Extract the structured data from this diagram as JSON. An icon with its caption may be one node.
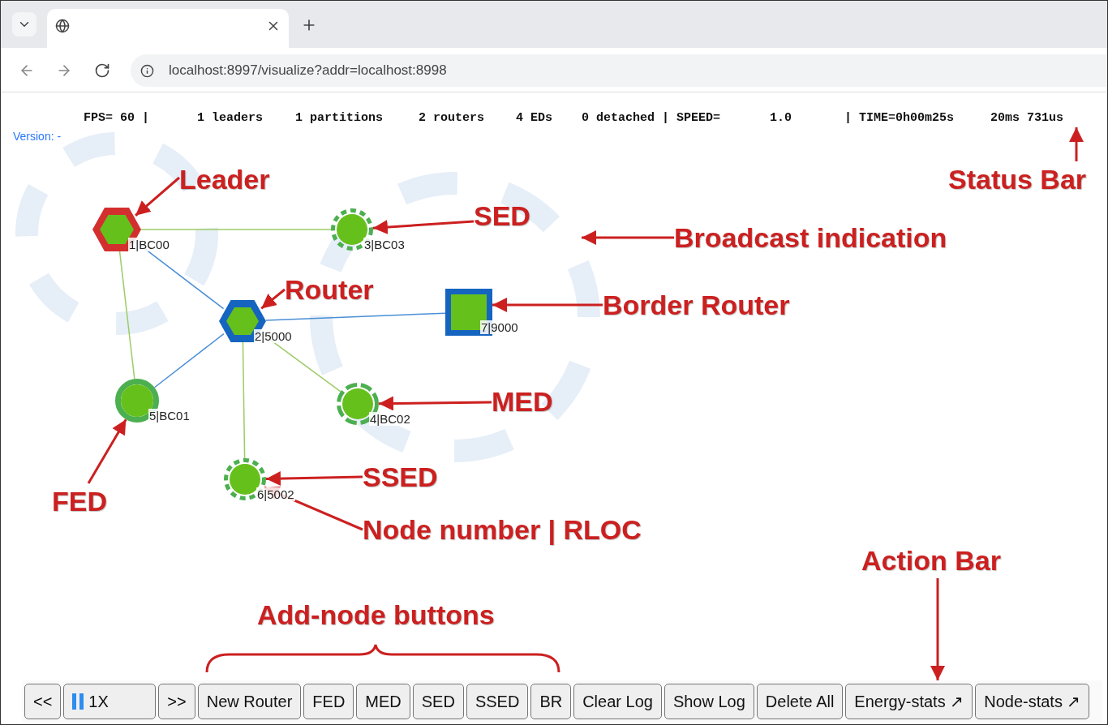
{
  "diagram": {
    "nodes": [
      {
        "text": [],
        "shape": "hexagon",
        "beside": [
          "1|BC00"
        ]
      },
      {
        "text": [],
        "shape": "circle",
        "beside": [
          "3|BC03"
        ]
      },
      {
        "text": [],
        "shape": "hexagon",
        "beside": [
          "2|5000"
        ]
      },
      {
        "text": [],
        "shape": "box",
        "beside": [
          "7|9000"
        ]
      },
      {
        "text": [],
        "shape": "circle",
        "beside": [
          "5|BC01"
        ]
      },
      {
        "text": [],
        "shape": "circle",
        "beside": [
          "4|BC02"
        ]
      },
      {
        "text": [],
        "shape": "circle",
        "beside": [
          "6|5002"
        ]
      },
      {
        "text": [
          "FPS= 60 |",
          "1 leaders",
          "1 partitions",
          "2 routers",
          "4 EDs",
          "0 detached | SPEED=",
          "1.0",
          "| TIME=0h00m25s",
          "20ms 731us"
        ]
      },
      {
        "text": [
          "Status Bar"
        ]
      },
      {
        "text": [
          "Leader"
        ]
      },
      {
        "text": [
          "SED"
        ]
      },
      {
        "text": [
          "Broadcast indication"
        ]
      },
      {
        "text": [
          "Router"
        ]
      },
      {
        "text": [
          "Border Router"
        ]
      },
      {
        "text": [
          "MED"
        ]
      },
      {
        "text": [
          "FED"
        ]
      },
      {
        "text": [
          "SSED"
        ]
      },
      {
        "text": [
          "Node number | RLOC"
        ]
      },
      {
        "text": [
          "Action Bar"
        ]
      },
      {
        "text": [],
        "shape": "bar"
      },
      {
        "text": [
          "<<"
        ],
        "in": 19
      },
      {
        "text": [
          "1X"
        ],
        "in": 19
      },
      {
        "text": [
          ">>"
        ],
        "in": 19
      },
      {
        "text": [
          "New Router"
        ],
        "in": 19
      },
      {
        "text": [
          "FED"
        ],
        "in": 19
      },
      {
        "text": [
          "MED"
        ],
        "in": 19
      },
      {
        "text": [
          "SED"
        ],
        "in": 19
      },
      {
        "text": [
          "SSED"
        ],
        "in": 19
      },
      {
        "text": [
          "BR"
        ],
        "in": 19
      },
      {
        "text": [
          "Clear Log"
        ],
        "in": 19
      },
      {
        "text": [
          "Show Log"
        ],
        "in": 19
      },
      {
        "text": [
          "Delete All"
        ],
        "in": 19
      },
      {
        "text": [
          "Energy-stats ↗"
        ],
        "in": 19
      },
      {
        "text": [
          "Node-stats ↗"
        ],
        "in": 19
      }
    ],
    "edges": [
      {
        "from": 0,
        "to": 1,
        "arrow": "none",
        "color": "#9ccc65"
      },
      {
        "from": 0,
        "to": 2,
        "arrow": "none",
        "color": "#4a8fd6"
      },
      {
        "from": 0,
        "to": 4,
        "arrow": "none",
        "color": "#9ccc65"
      },
      {
        "from": 2,
        "to": 3,
        "arrow": "none",
        "color": "#4a8fd6"
      },
      {
        "from": 2,
        "to": 4,
        "arrow": "none",
        "color": "#4a8fd6"
      },
      {
        "from": 2,
        "to": 5,
        "arrow": "none",
        "color": "#9ccc65"
      },
      {
        "from": 2,
        "to": 6,
        "arrow": "none",
        "color": "#9ccc65"
      },
      {
        "from": 8,
        "to": 7,
        "arrow": "to"
      },
      {
        "from": 9,
        "to": 0,
        "arrow": "to"
      },
      {
        "from": 10,
        "to": 1,
        "arrow": "to"
      },
      {
        "from": 11,
        "to": null,
        "arrow": "to"
      },
      {
        "from": 12,
        "to": 2,
        "arrow": "to"
      },
      {
        "from": 13,
        "to": 3,
        "arrow": "to"
      },
      {
        "from": 14,
        "to": 5,
        "arrow": "to"
      },
      {
        "from": 15,
        "to": 4,
        "arrow": "to"
      },
      {
        "from": 16,
        "to": 6,
        "arrow": "to"
      },
      {
        "from": 17,
        "to": 6,
        "arrow": "to"
      },
      {
        "from": 18,
        "to": 19,
        "arrow": "to"
      }
    ],
    "labels": [
      "localhost:8997/visualize?addr=localhost:8998",
      "Version: -",
      "Add-node buttons"
    ]
  }
}
